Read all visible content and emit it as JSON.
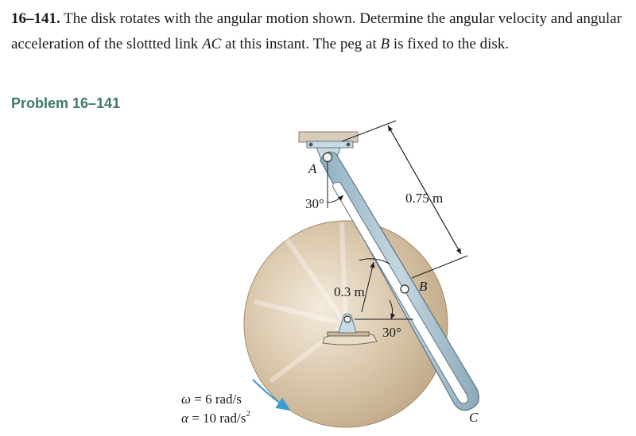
{
  "problem": {
    "number": "16–141.",
    "line1_before_AC": "The disk rotates with the angular motion shown. Determine the angular velocity and angular acceleration of the slottted link ",
    "point_AC": "AC",
    "line_after_AC": " at this instant. The peg at ",
    "point_B": "B",
    "line_end": " is fixed to the disk."
  },
  "caption": "Problem 16–141",
  "figure": {
    "labels": {
      "A": "A",
      "B": "B",
      "C": "C",
      "angle_link": "30°",
      "angle_peg": "30°",
      "radius": "0.3 m",
      "length": "0.75 m"
    },
    "omega": {
      "symbol": "ω",
      "text": " = 6 rad/s"
    },
    "alpha": {
      "symbol": "α",
      "text": " = 10 rad/s",
      "exp": "2"
    },
    "colors": {
      "disk": "#d3c0a2",
      "disk_dark": "#b49c79",
      "link": "#a9c2cf",
      "link_dark": "#6f8e9e",
      "rotation_arrow": "#3e9ad2"
    }
  }
}
